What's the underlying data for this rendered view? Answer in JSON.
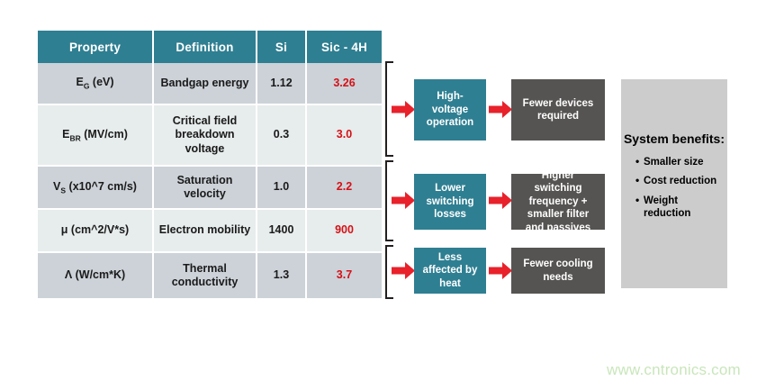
{
  "table": {
    "headers": [
      "Property",
      "Definition",
      "Si",
      "Sic - 4H"
    ],
    "rows": [
      {
        "property_main": "E",
        "property_sub": "G",
        "property_tail": " (eV)",
        "definition": "Bandgap energy",
        "si": "1.12",
        "sic": "3.26"
      },
      {
        "property_main": "E",
        "property_sub": "BR",
        "property_tail": " (MV/cm)",
        "definition": "Critical field breakdown voltage",
        "si": "0.3",
        "sic": "3.0"
      },
      {
        "property_main": "V",
        "property_sub": "S",
        "property_tail": " (x10^7 cm/s)",
        "definition": "Saturation velocity",
        "si": "1.0",
        "sic": "2.2"
      },
      {
        "property_main": "μ (cm^2/V*s)",
        "property_sub": "",
        "property_tail": "",
        "definition": "Electron mobility",
        "si": "1400",
        "sic": "900"
      },
      {
        "property_main": "Λ (W/cm*K)",
        "property_sub": "",
        "property_tail": "",
        "definition": "Thermal conductivity",
        "si": "1.3",
        "sic": "3.7"
      }
    ]
  },
  "flow": {
    "rows": [
      {
        "cause": "High-voltage operation",
        "effect": "Fewer devices required"
      },
      {
        "cause": "Lower switching losses",
        "effect": "Higher switching frequency + smaller filter and passives"
      },
      {
        "cause": "Less affected by heat",
        "effect": "Fewer cooling needs"
      }
    ]
  },
  "benefits": {
    "title": "System benefits:",
    "items": [
      "Smaller size",
      "Cost reduction",
      "Weight reduction"
    ]
  },
  "watermark": "www.cntronics.com",
  "colors": {
    "header_teal": "#2f7f92",
    "box_gray": "#565452",
    "arrow_red": "#e8212b",
    "value_red": "#d51116",
    "row_a": "#ccd2d8",
    "row_b": "#e7ecec",
    "panel_gray": "#cccccc",
    "watermark_green": "#c9e6bb"
  }
}
